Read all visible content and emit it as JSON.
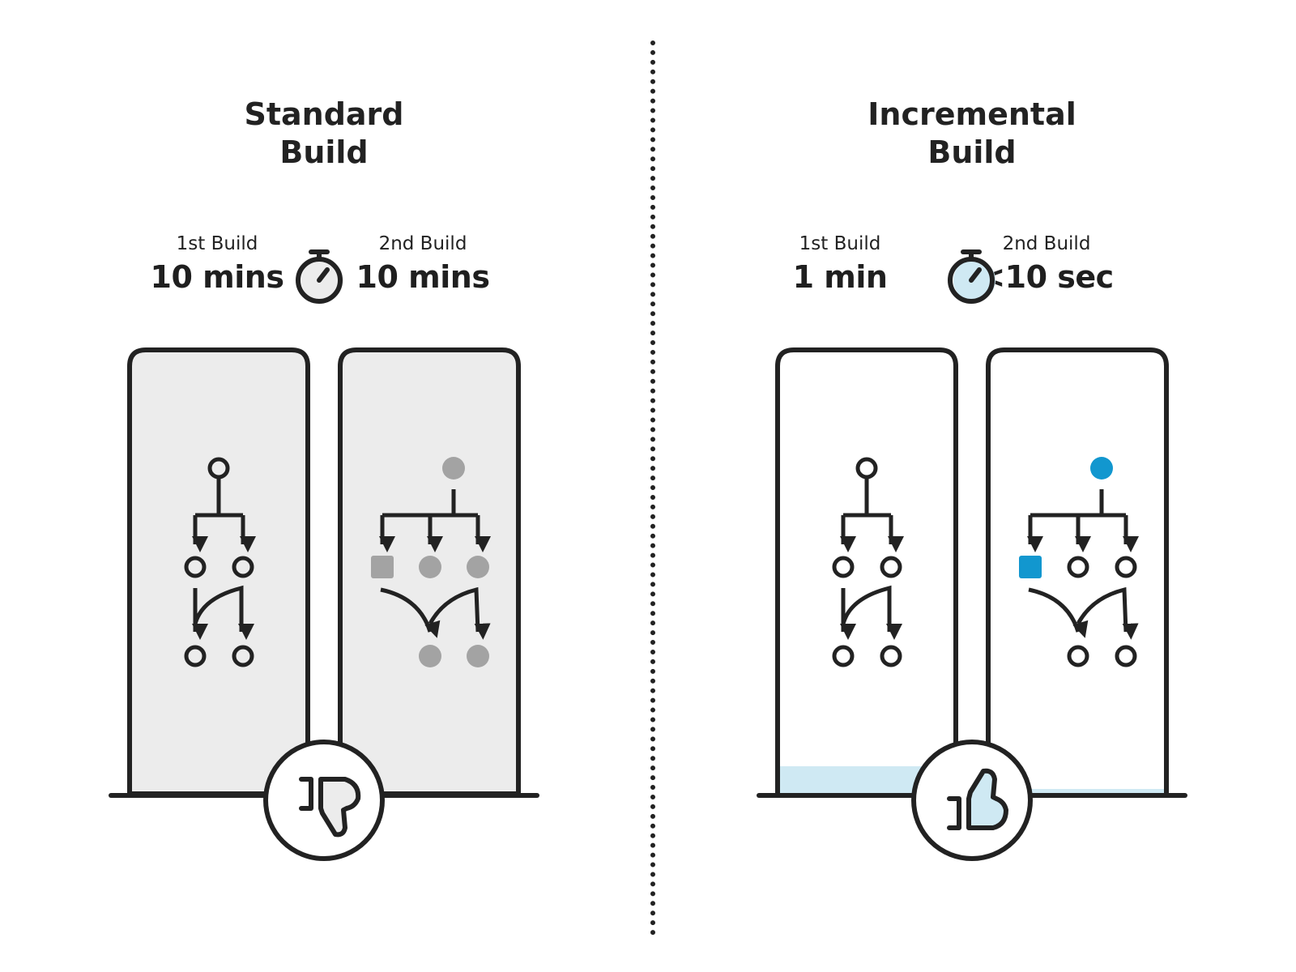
{
  "standard": {
    "title_line1": "Standard",
    "title_line2": "Build",
    "first_label": "1st Build",
    "first_value": "10 mins",
    "second_label": "2nd Build",
    "second_value": "10 mins",
    "verdict_icon": "thumbs-down-icon"
  },
  "incremental": {
    "title_line1": "Incremental",
    "title_line2": "Build",
    "first_label": "1st Build",
    "first_value": "1 min",
    "second_label": "2nd Build",
    "second_value": "<10 sec",
    "verdict_icon": "thumbs-up-icon"
  },
  "colors": {
    "stroke": "#222222",
    "gray_fill": "#ececec",
    "gray_node": "#a3a3a3",
    "blue_node": "#1297cf",
    "blue_fill": "#cfe9f3"
  }
}
